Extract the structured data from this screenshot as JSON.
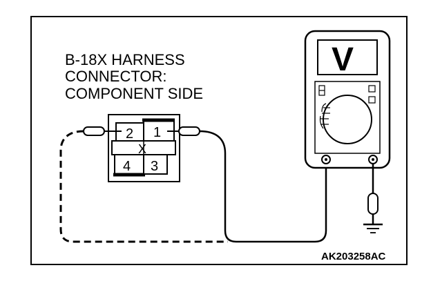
{
  "diagram": {
    "connector_title": [
      "B-18X HARNESS",
      "CONNECTOR:",
      "COMPONENT SIDE"
    ],
    "pins": {
      "p1": "1",
      "p2": "2",
      "p3": "3",
      "p4": "4",
      "cross_mark": "X"
    },
    "meter_display": "V",
    "figure_code": "AK203258AC"
  },
  "icons": {
    "meter": "multimeter-icon",
    "ground": "ground-symbol-icon",
    "probe": "test-probe-icon"
  }
}
